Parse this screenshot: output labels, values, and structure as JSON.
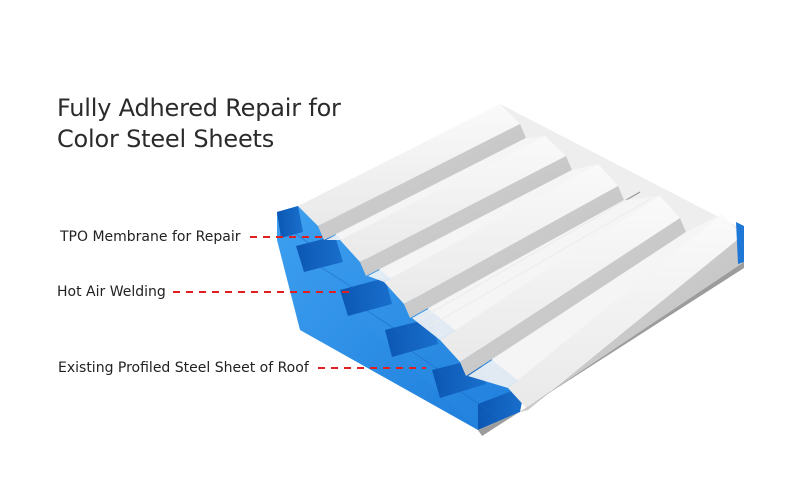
{
  "title": {
    "line1": "Fully Adhered Repair for",
    "line2": "Color Steel Sheets"
  },
  "labels": {
    "membrane": "TPO Membrane for Repair",
    "welding": "Hot Air Welding",
    "steel_sheet": "Existing Profiled Steel Sheet of Roof"
  },
  "colors": {
    "leader_line": "#e02020",
    "steel_blue": "#2b8fe6",
    "steel_blue_dark": "#0f5db8",
    "membrane_white": "#f4f4f4",
    "membrane_shade": "#d8d8d8"
  }
}
